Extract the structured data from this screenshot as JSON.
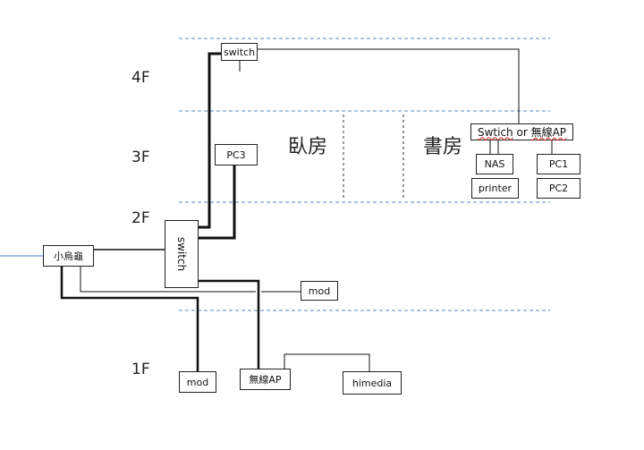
{
  "floors": {
    "f4": "4F",
    "f3": "3F",
    "f2": "2F",
    "f1": "1F"
  },
  "rooms": {
    "bedroom": "臥房",
    "study": "書房"
  },
  "devices": {
    "switch_4f": "switch",
    "pc3": "PC3",
    "switch_2f": "switch",
    "router": "小烏龜",
    "mod_2f": "mod",
    "mod_1f": "mod",
    "ap_1f": "無線AP",
    "himedia": "himedia",
    "study_switch_a": "Swtich",
    "study_switch_b": " or ",
    "study_switch_c": "無線AP",
    "nas": "NAS",
    "printer": "printer",
    "pc1": "PC1",
    "pc2": "PC2"
  },
  "colors": {
    "floor_divider": "#5b86c9",
    "wan_line": "#4a7cc7",
    "cable": "#111111"
  }
}
